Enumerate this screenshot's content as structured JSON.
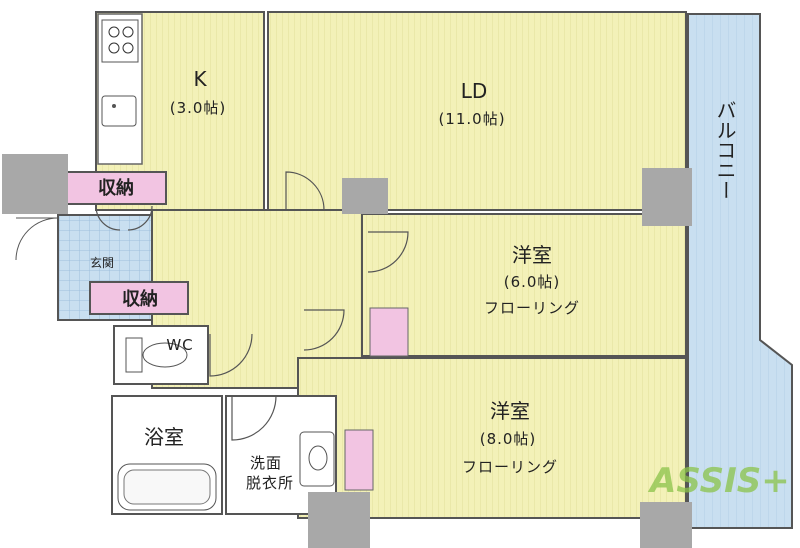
{
  "rooms": {
    "kitchen": {
      "name": "K",
      "size": "(3.0帖)"
    },
    "living_dining": {
      "name": "LD",
      "size": "(11.0帖)"
    },
    "western_room_1": {
      "name": "洋室",
      "size": "(6.0帖)",
      "floor": "フローリング"
    },
    "western_room_2": {
      "name": "洋室",
      "size": "(8.0帖)",
      "floor": "フローリング"
    },
    "balcony": {
      "name": "バルコニー"
    },
    "storage_1": {
      "name": "収納"
    },
    "storage_2": {
      "name": "収納"
    },
    "entrance": {
      "name": "玄関"
    },
    "toilet": {
      "name": "WC"
    },
    "bathroom": {
      "name": "浴室"
    },
    "washroom": {
      "line1": "洗面",
      "line2": "脱衣所"
    }
  },
  "watermark": {
    "text": "ASSIS+"
  },
  "colors": {
    "room_fill": "#f3f1b8",
    "balcony_fill": "#c9dff0",
    "entrance_fill": "#c9dff0",
    "wet_fill": "#ffffff",
    "storage_fill": "#f2c4e2",
    "wall": "#555555",
    "pillar": "#a8a8a8",
    "watermark_green": "#8bc34a"
  }
}
